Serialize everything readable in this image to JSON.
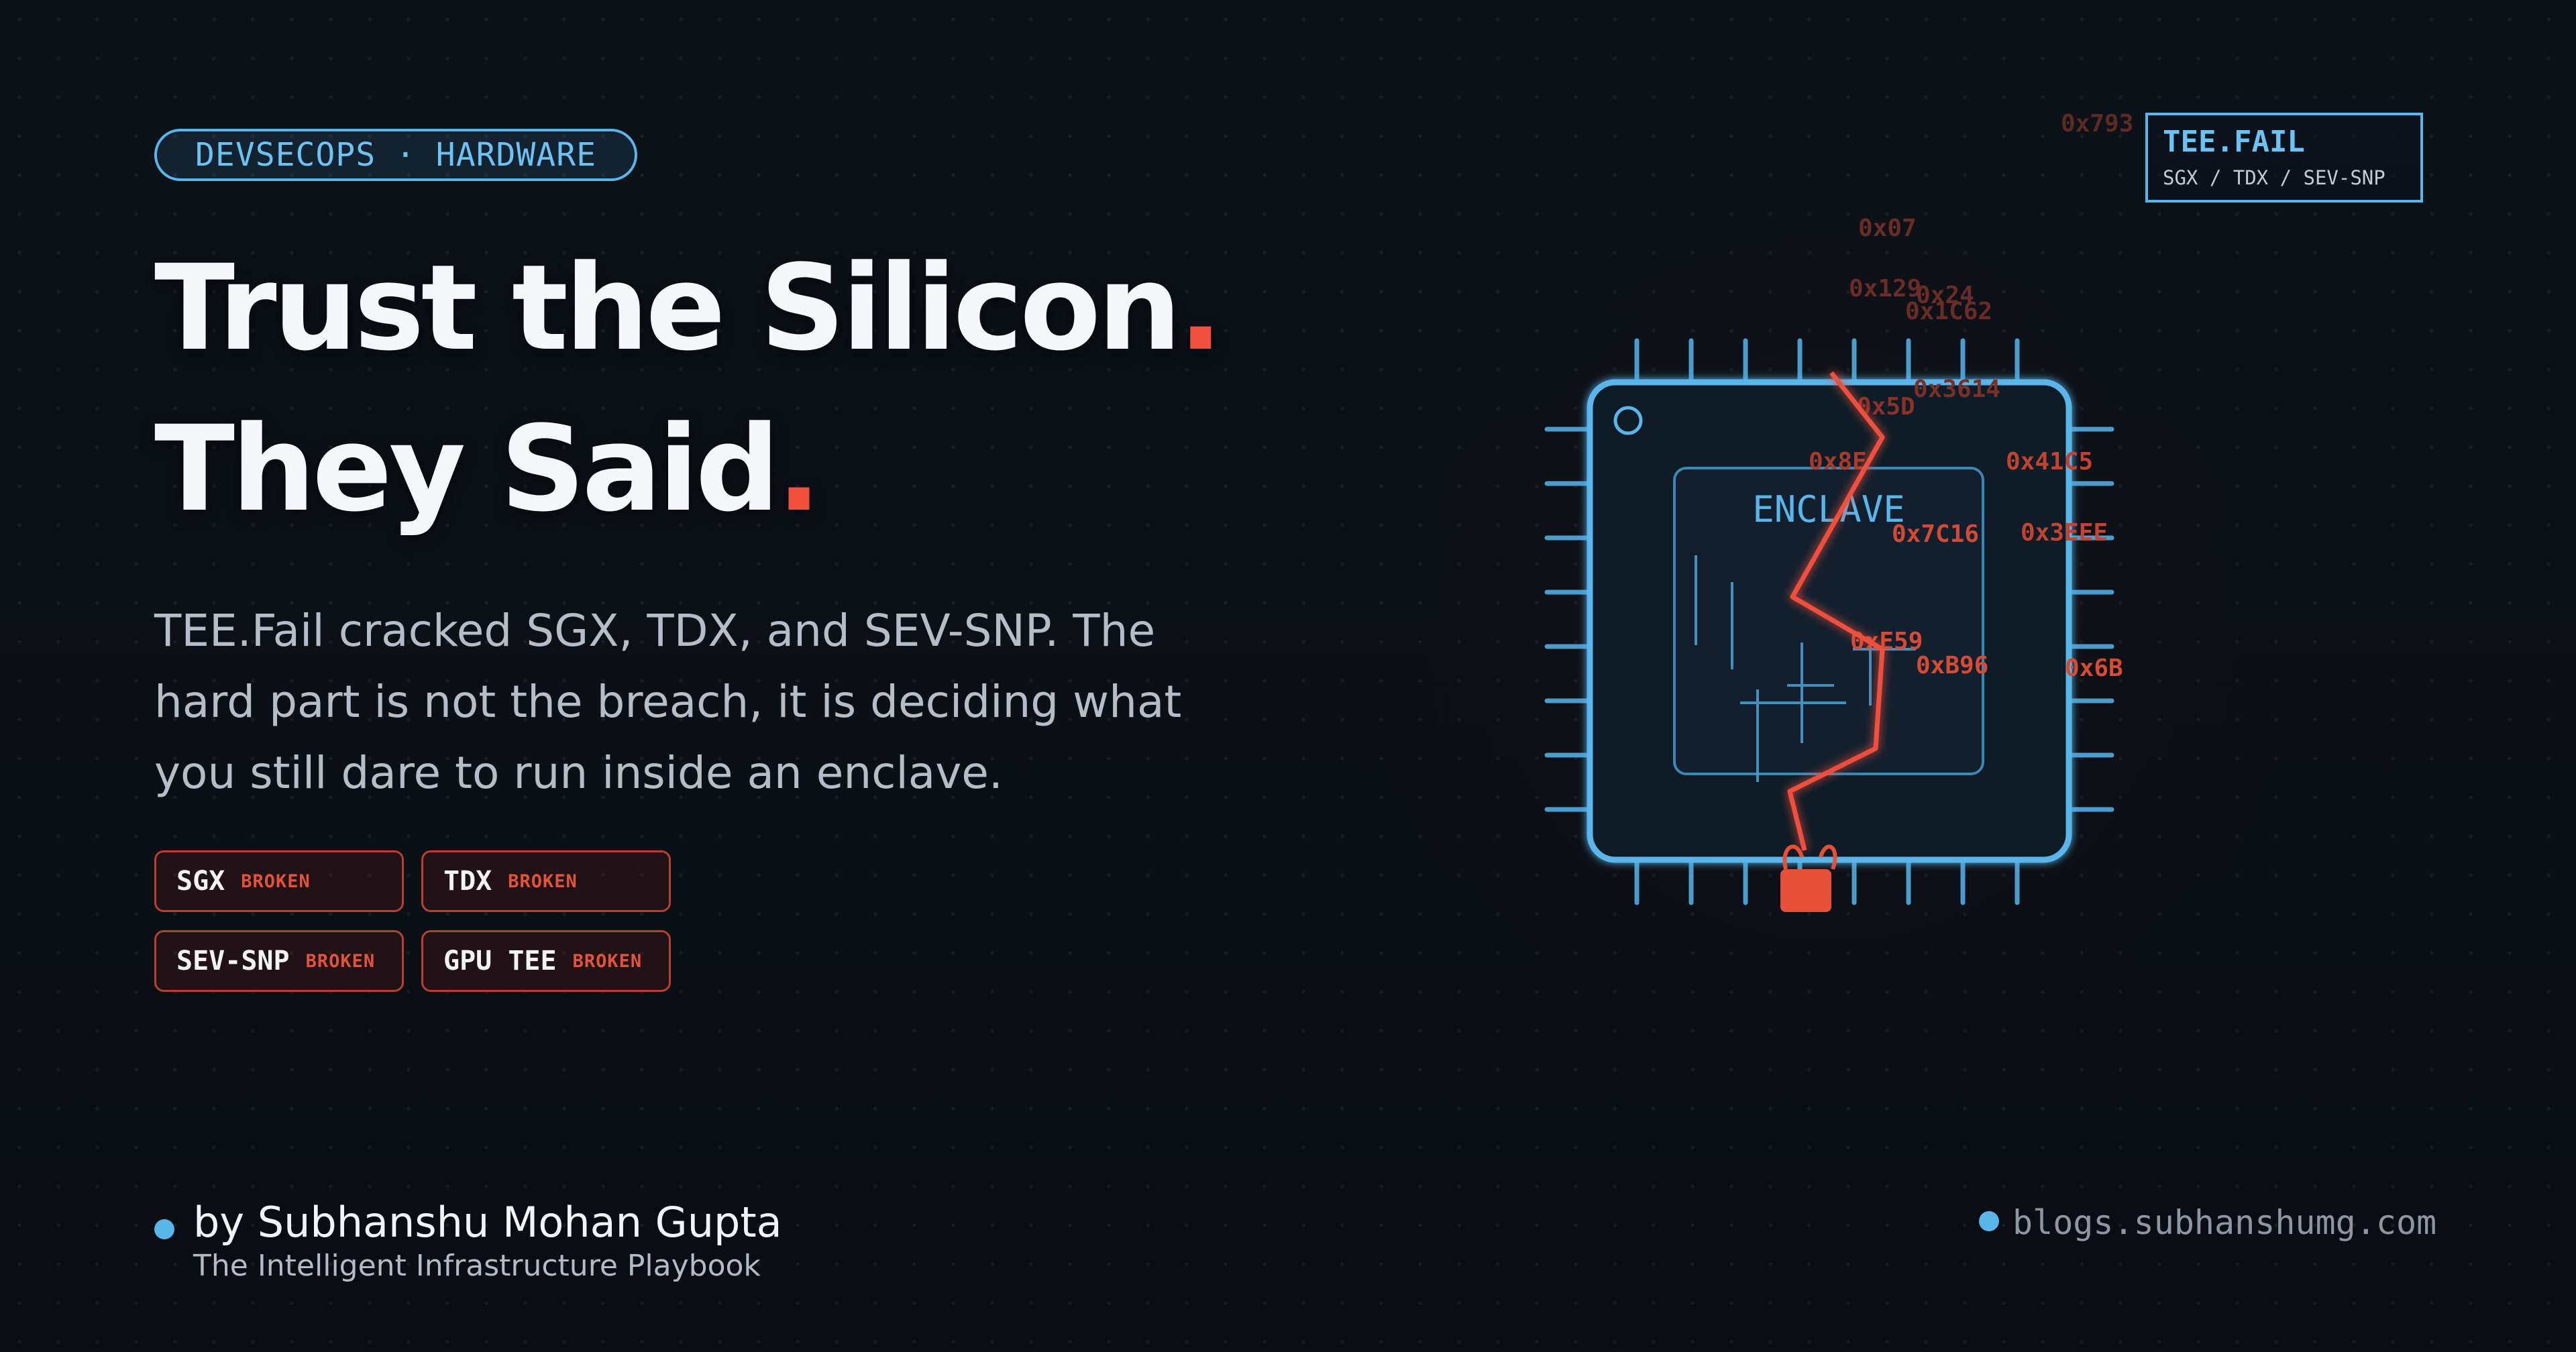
{
  "category_tag": "DEVSECOPS · HARDWARE",
  "headline": {
    "line1": "Trust the Silicon",
    "line2": "They Said",
    "accent": "."
  },
  "description": "TEE.Fail cracked SGX, TDX, and SEV-SNP. The hard part is not the breach, it is deciding what you still dare to run inside an enclave.",
  "badges": [
    {
      "name": "SGX",
      "status": "BROKEN"
    },
    {
      "name": "TDX",
      "status": "BROKEN"
    },
    {
      "name": "SEV-SNP",
      "status": "BROKEN"
    },
    {
      "name": "GPU TEE",
      "status": "BROKEN"
    }
  ],
  "footer": {
    "author": "by Subhanshu Mohan Gupta",
    "tagline": "The Intelligent Infrastructure Playbook",
    "site": "blogs.subhanshumg.com"
  },
  "tee_box": {
    "title": "TEE.FAIL",
    "subtitle": "SGX / TDX / SEV-SNP"
  },
  "chip": {
    "label": "ENCLAVE",
    "hex_codes": [
      "0x793",
      "0x07",
      "0x129",
      "0x24",
      "0x1C62",
      "0x3614",
      "0x5D",
      "0x8E",
      "0x41C5",
      "0x7C16",
      "0x3EEE",
      "0xE59",
      "0xB96",
      "0x6B"
    ]
  },
  "colors": {
    "accent_red": "#f0503c",
    "accent_blue": "#5ab5ea",
    "background": "#0b0f15"
  }
}
